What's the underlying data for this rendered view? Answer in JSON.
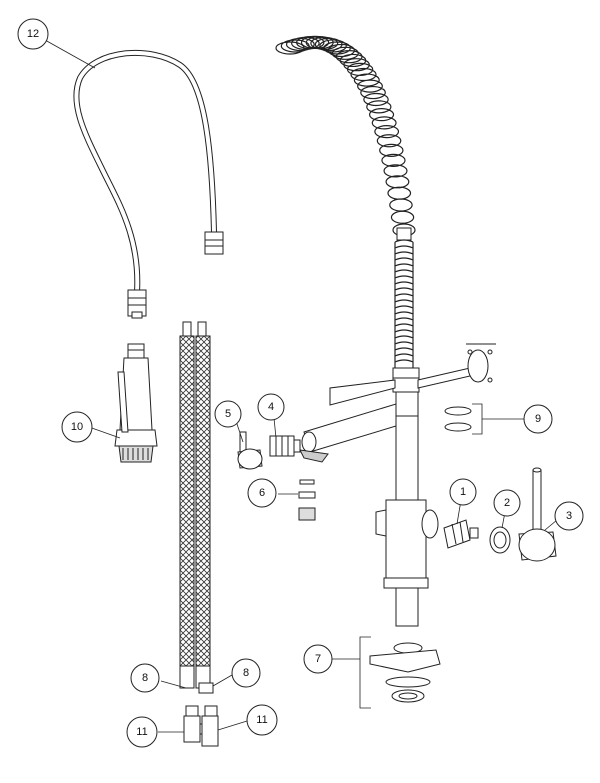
{
  "diagram": {
    "callouts": [
      {
        "id": "c1",
        "label": "1"
      },
      {
        "id": "c2",
        "label": "2"
      },
      {
        "id": "c3",
        "label": "3"
      },
      {
        "id": "c4",
        "label": "4"
      },
      {
        "id": "c5",
        "label": "5"
      },
      {
        "id": "c6",
        "label": "6"
      },
      {
        "id": "c7",
        "label": "7"
      },
      {
        "id": "c8a",
        "label": "8"
      },
      {
        "id": "c8b",
        "label": "8"
      },
      {
        "id": "c9",
        "label": "9"
      },
      {
        "id": "c10",
        "label": "10"
      },
      {
        "id": "c11a",
        "label": "11"
      },
      {
        "id": "c11b",
        "label": "11"
      },
      {
        "id": "c12",
        "label": "12"
      }
    ]
  }
}
